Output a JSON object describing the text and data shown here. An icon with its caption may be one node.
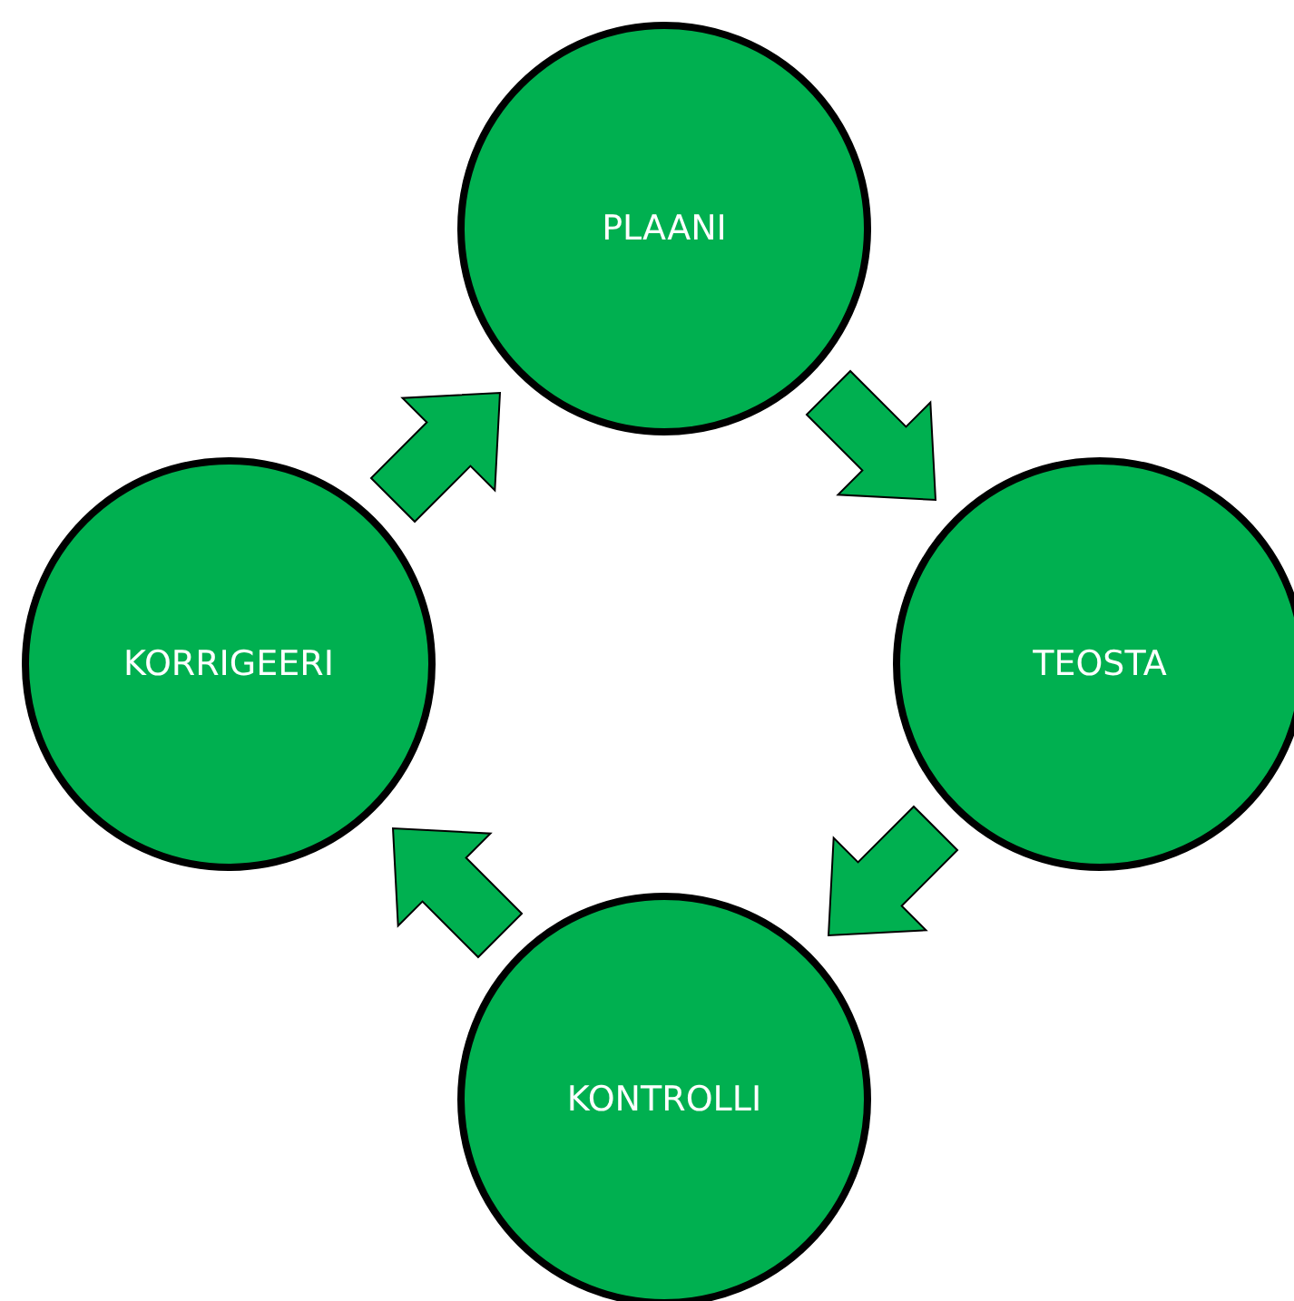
{
  "diagram": {
    "nodes": [
      {
        "text": [
          "PLAANI"
        ]
      },
      {
        "text": [
          "TEOSTA"
        ]
      },
      {
        "text": [
          "KONTROLLI"
        ]
      },
      {
        "text": [
          "KORRIGEERI"
        ]
      }
    ],
    "edges": [
      {
        "from": 0,
        "to": 1,
        "arrow": "to"
      },
      {
        "from": 1,
        "to": 2,
        "arrow": "to"
      },
      {
        "from": 2,
        "to": 3,
        "arrow": "to"
      },
      {
        "from": 3,
        "to": 0,
        "arrow": "to"
      }
    ]
  }
}
